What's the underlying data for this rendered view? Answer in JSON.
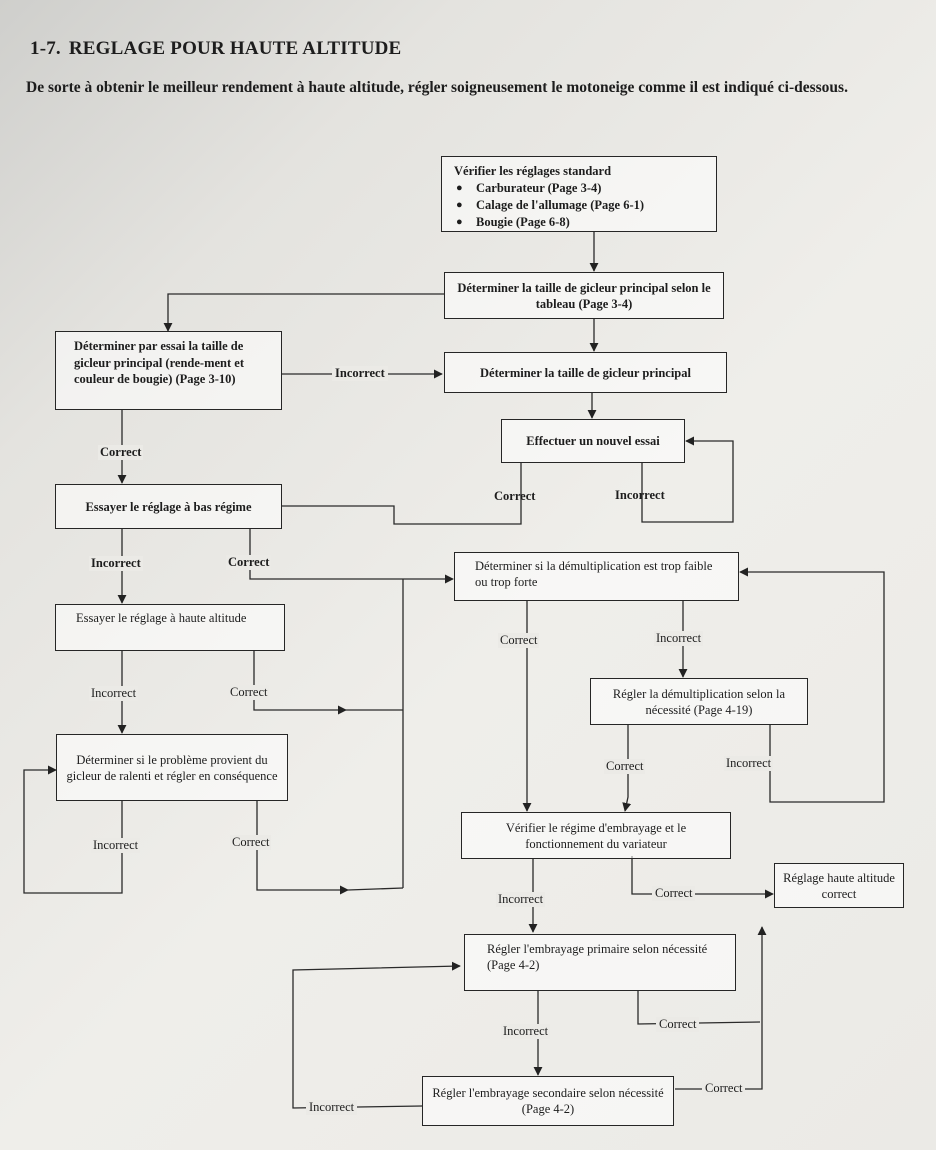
{
  "heading": {
    "number": "1-7.",
    "title": "REGLAGE POUR HAUTE ALTITUDE"
  },
  "intro": "De sorte à obtenir le meilleur rendement à haute altitude, régler soigneusement le motoneige comme il est indiqué ci-dessous.",
  "boxes": {
    "check_standard": {
      "title": "Vérifier les réglages standard",
      "items": [
        "Carburateur (Page 3-4)",
        "Calage de l'allumage (Page 6-1)",
        "Bougie (Page 6-8)"
      ]
    },
    "determine_jet_table": "Déterminer la taille de gicleur principal selon le tableau (Page 3-4)",
    "determine_jet_trial": "Déterminer par essai la taille de gicleur principal (rende-ment et couleur de bougie) (Page 3-10)",
    "determine_jet": "Déterminer la taille de gicleur principal",
    "new_trial": "Effectuer un nouvel essai",
    "low_speed": "Essayer le réglage à bas régime",
    "high_altitude": "Essayer le réglage à haute altitude",
    "pilot_jet": "Déterminer si le problème provient du gicleur de ralenti et régler en conséquence",
    "gear_ratio_check": "Déterminer si la démultiplication est trop faible ou trop forte",
    "gear_ratio_adjust": "Régler la démultiplication selon la nécessité (Page 4-19)",
    "clutch_check": "Vérifier le régime d'embrayage et le fonctionnement du variateur",
    "final": "Réglage haute altitude correct",
    "primary_clutch": "Régler l'embrayage primaire selon nécessité (Page 4-2)",
    "secondary_clutch": "Régler l'embrayage secondaire selon nécessité (Page 4-2)"
  },
  "labels": {
    "l_incorrect_trial": "Incorrect",
    "l_correct_trial": "Correct",
    "l_correct_newtrial": "Correct",
    "l_incorrect_newtrial": "Incorrect",
    "l_incorrect_low": "Incorrect",
    "l_correct_low": "Correct",
    "l_correct_gear": "Correct",
    "l_incorrect_gear": "Incorrect",
    "l_incorrect_high": "Incorrect",
    "l_correct_high": "Correct",
    "l_correct_adjust": "Correct",
    "l_incorrect_adjust": "Incorrect",
    "l_incorrect_pilot": "Incorrect",
    "l_correct_pilot": "Correct",
    "l_incorrect_clutch": "Incorrect",
    "l_correct_clutch": "Correct",
    "l_incorrect_primary": "Incorrect",
    "l_correct_primary": "Correct",
    "l_incorrect_secondary": "Incorrect",
    "l_correct_secondary": "Correct"
  }
}
